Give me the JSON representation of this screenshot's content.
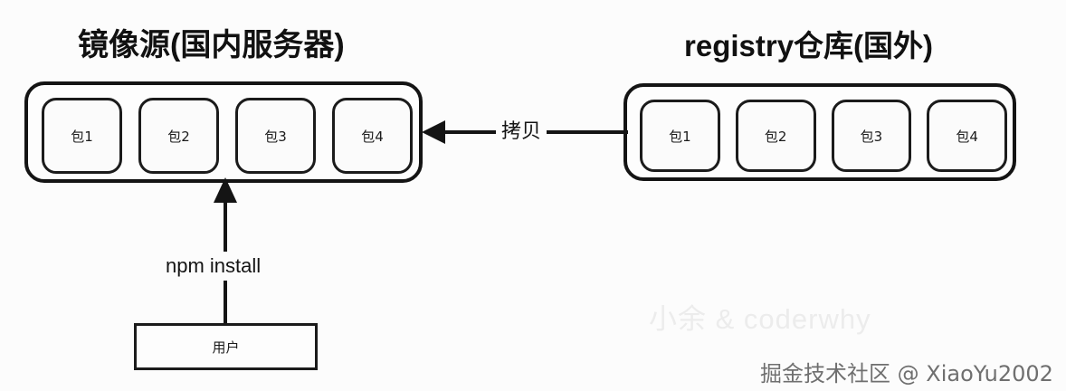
{
  "diagram": {
    "background_color": "#fcfcfc",
    "line_color": "#141414"
  },
  "mirror_source": {
    "title": "镜像源(国内服务器)",
    "packages": [
      {
        "label": "包1"
      },
      {
        "label": "包2"
      },
      {
        "label": "包3"
      },
      {
        "label": "包4"
      }
    ]
  },
  "registry": {
    "title": "registry仓库(国外)",
    "packages": [
      {
        "label": "包1"
      },
      {
        "label": "包2"
      },
      {
        "label": "包3"
      },
      {
        "label": "包4"
      }
    ]
  },
  "connectors": {
    "copy": {
      "label": "拷贝",
      "from": "registry",
      "to": "mirror_source",
      "direction": "left"
    },
    "install": {
      "label": "npm install",
      "from": "user",
      "to": "mirror_source",
      "direction": "up"
    }
  },
  "user": {
    "label": "用户"
  },
  "watermarks": {
    "brand": "小余 & coderwhy",
    "attribution": "掘金技术社区 @ XiaoYu2002"
  }
}
